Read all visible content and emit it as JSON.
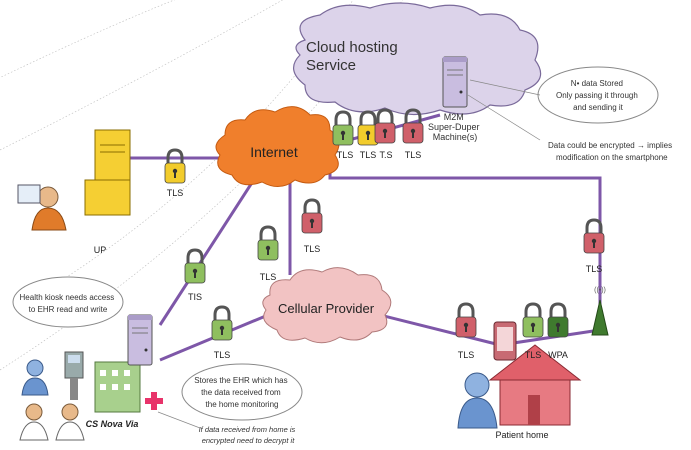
{
  "nodes": {
    "cloud": "Cloud hosting\nService",
    "m2m": "M2M\nSuper-Duper\nMachine(s)",
    "internet": "Internet",
    "cellular": "Cellular Provider",
    "up": "UP",
    "cs_nova_via": "CS Nova Via",
    "patient_home": "Patient home"
  },
  "callouts": {
    "no_data": "N• data Stored\nOnly passing it through\nand sending it",
    "data_encrypted": "Data could be encrypted → implies\nmodification on the smartphone",
    "health_kiosk": "Health kiosk needs access\nto EHR read and write",
    "stores_ehr": "Stores the EHR which has\nthe data received from\nthe home monitoring",
    "if_data": "If data received from home is\nencrypted need to decrypt it"
  },
  "locks": {
    "up_tls": "TLS",
    "top1": "TLS",
    "top2": "TLS",
    "top3": "T.S",
    "top4": "TLS",
    "mid_tls": "TLS",
    "right_tls": "TLS",
    "center_tls": "TLS",
    "left_tls": "TIS",
    "lower_tls": "TLS",
    "home_tls1": "TLS",
    "home_tls2": "TLS",
    "wpa": "WPA"
  },
  "antenna_label": "((•))",
  "colors": {
    "link": "#7e57a8",
    "cloud_fill": "#dcd3ea",
    "internet_fill": "#f07f2c",
    "cellular_fill": "#f2c3c3",
    "lock_green": "#8fbf5f",
    "lock_red": "#d0606a",
    "lock_yellow": "#f2cc2c",
    "lock_darkgreen": "#3f7a2e"
  },
  "icons": [
    "cloud-icon",
    "server-icon",
    "lock-icon",
    "person-icon",
    "phone-icon",
    "house-icon",
    "kiosk-icon",
    "hospital-icon",
    "antenna-icon"
  ]
}
